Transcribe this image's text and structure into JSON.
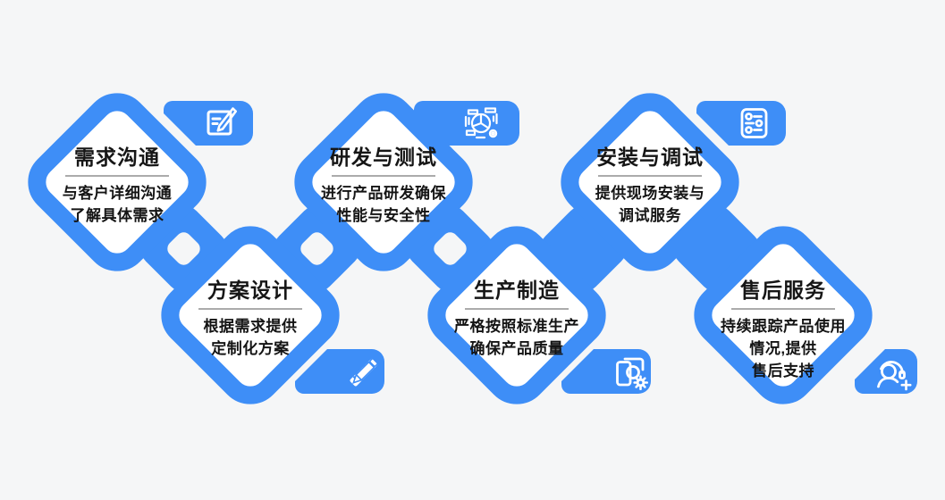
{
  "diagram": {
    "type": "process-flow",
    "colors": {
      "accent": "#3e8ef7",
      "background": "#f5f6f7",
      "card_fill": "#ffffff",
      "text": "#161616",
      "divider": "#ababab",
      "icon": "#ffffff"
    },
    "nodes": [
      {
        "title": "需求沟通",
        "desc_lines": [
          "与客户详细沟通",
          "了解具体需求"
        ],
        "icon": "edit-note-icon",
        "row": "top"
      },
      {
        "title": "方案设计",
        "desc_lines": [
          "根据需求提供",
          "定制化方案"
        ],
        "icon": "ruler-pencil-icon",
        "row": "bottom"
      },
      {
        "title": "研发与测试",
        "desc_lines": [
          "进行产品研发确保",
          "性能与安全性"
        ],
        "icon": "product-analysis-icon",
        "row": "top"
      },
      {
        "title": "生产制造",
        "desc_lines": [
          "严格按照标准生产",
          "确保产品质量"
        ],
        "icon": "machine-inspection-icon",
        "row": "bottom"
      },
      {
        "title": "安装与调试",
        "desc_lines": [
          "提供现场安装与",
          "调试服务"
        ],
        "icon": "control-sliders-icon",
        "row": "top"
      },
      {
        "title": "售后服务",
        "desc_lines": [
          "持续跟踪产品使用",
          "情况,提供",
          "售后支持"
        ],
        "icon": "headset-support-icon",
        "row": "bottom"
      }
    ]
  }
}
